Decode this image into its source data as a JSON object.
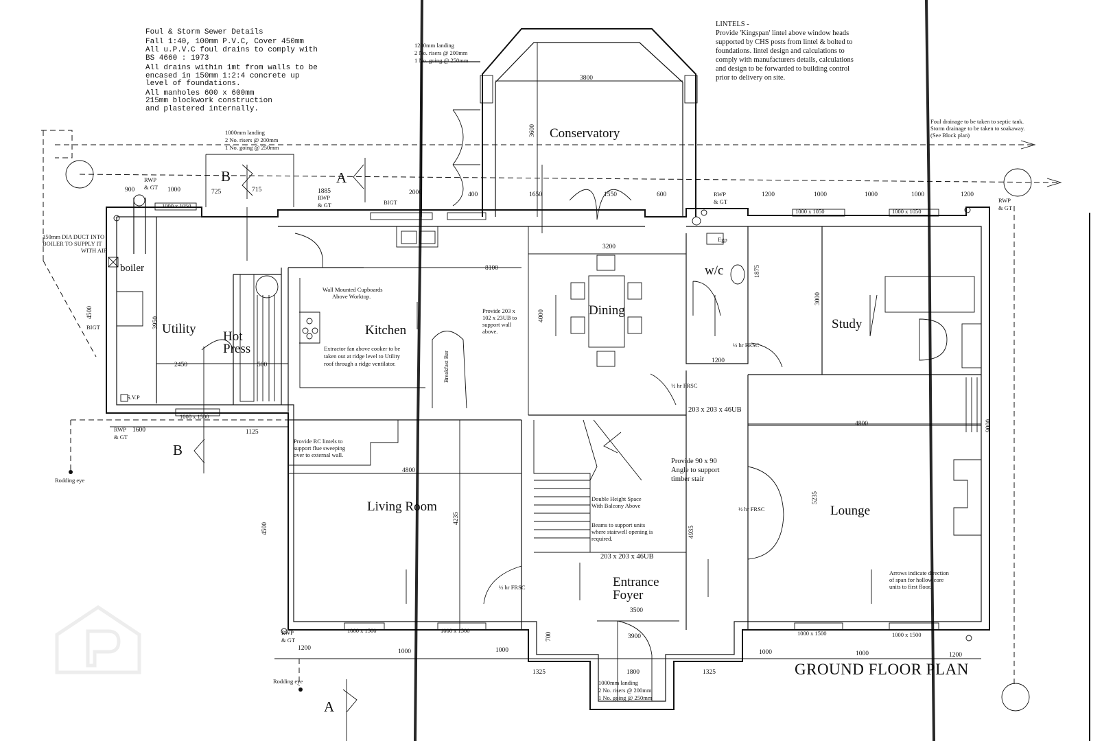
{
  "plan_title": "GROUND FLOOR PLAN",
  "rooms": {
    "conservatory": "Conservatory",
    "utility": "Utility",
    "hot": "Hot",
    "press": "Press",
    "kitchen": "Kitchen",
    "dining": "Dining",
    "wc": "w/c",
    "study": "Study",
    "living": "Living Room",
    "lounge": "Lounge",
    "entrance": "Entrance",
    "foyer": "Foyer"
  },
  "notes": {
    "sewer": [
      "Foul & Storm Sewer Details",
      "Fall 1:40, 100mm P.V.C, Cover 450mm",
      "All u.P.V.C foul drains to comply with",
      "BS 4660 : 1973",
      "All drains within 1mt from walls to be",
      "encased in  150mm 1:2:4 concrete up",
      "level of foundations.",
      "All manholes 600 x 600mm",
      "215mm blockwork construction",
      "and plastered internally."
    ],
    "lintels": [
      "LINTELS -",
      "Provide 'Kingspan' lintel above window heads",
      "supported by CHS posts from lintel & bolted to",
      "foundations. lintel design and calculations to",
      "comply with manufacturers details, calculations",
      "and design to be forwarded to building control",
      "prior to delivery on site."
    ],
    "drainage": [
      "Foul drainage to be taken to septic tank.",
      "Storm drainage to be taken to soakaway.",
      "(See Block plan)"
    ],
    "landing_top": [
      "1200mm landing",
      "2 No. risers @ 200mm",
      "1 No. going @ 250mm"
    ],
    "landing_left": [
      "1000mm landing",
      "2 No. risers @ 200mm",
      "1 No. going @ 250mm"
    ],
    "landing_bottom": [
      "1000mm landing",
      "2 No. risers @ 200mm",
      "1 No. going @ 250mm"
    ],
    "duct": [
      "150mm DIA DUCT INTO",
      "BOILER TO SUPPLY IT",
      "WITH AIR"
    ],
    "boiler": "boiler",
    "cupboards": [
      "Wall Mounted Cupboards",
      "Above Worktop."
    ],
    "extractor": [
      "Extractor fan above cooker to be",
      "taken out at ridge level to Utility",
      "roof through a ridge ventilator."
    ],
    "beam_kitchen": [
      "Provide 203 x",
      "102 x 23UB to",
      "support wall",
      "above."
    ],
    "breakfast_bar": "Breakfast Bar",
    "rc_lintels": [
      "Provide RC lintels to",
      "support flue sweeping",
      "over to external wall."
    ],
    "double_height": [
      "Double Height Space",
      "With Balcony Above"
    ],
    "beams_units": [
      "Beams to support units",
      "where stairwell opening is",
      "required."
    ],
    "angle": [
      "Provide 90 x 90",
      "Angle to support",
      "timber stair"
    ],
    "arrows": [
      "Arrows indicate direction",
      "of span for hollow core",
      "units to first floor."
    ],
    "beam_203_a": "203 x 203 x 46UB",
    "beam_203_b": "203 x 203 x 46UB",
    "frsc": "½ hr FRSC",
    "rodding": "Rodding eye",
    "rwp": "RWP",
    "gt": "& GT",
    "bigt": "BIGT",
    "svp": "S.V.P",
    "egp": "Egp"
  },
  "section_marks": {
    "a": "A",
    "b": "B"
  },
  "dimensions": {
    "d3800": "3800",
    "d3600": "3600",
    "d3200": "3200",
    "d8100": "8100",
    "d3950": "3950",
    "d4500": "4500",
    "d2450": "2450",
    "d900": "900",
    "d1000": "1000",
    "d725": "725",
    "d715": "715",
    "d1885": "1885",
    "d2000": "2000",
    "d400": "400",
    "d1650": "1650",
    "d1550": "1550",
    "d600": "600",
    "d1200": "1200",
    "d4000": "4000",
    "d1875": "1875",
    "d3000": "3000",
    "d4800": "4800",
    "d9000": "9000",
    "d5235": "5235",
    "d4235": "4235",
    "d4935": "4935",
    "d1600": "1600",
    "d1125": "1125",
    "d3500": "3500",
    "d3900": "3900",
    "d1325": "1325",
    "d1800": "1800",
    "d700": "700",
    "d1000x1050": "1000 x 1050",
    "d1000x1500": "1000 x 1500",
    "d500": "500"
  }
}
